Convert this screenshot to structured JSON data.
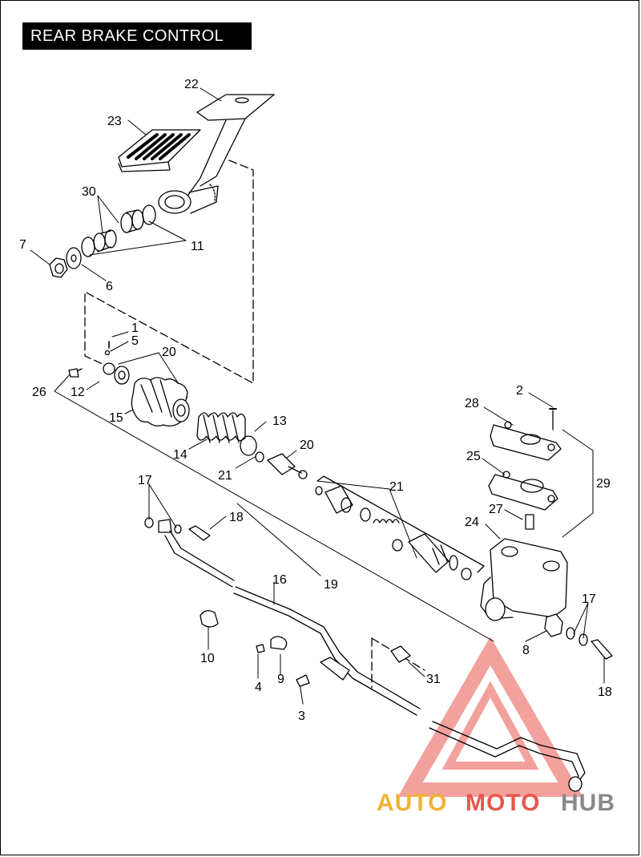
{
  "title": "REAR BRAKE CONTROL",
  "callouts": {
    "c1": "1",
    "c2": "2",
    "c3": "3",
    "c4": "4",
    "c5": "5",
    "c6": "6",
    "c7": "7",
    "c8": "8",
    "c9": "9",
    "c10": "10",
    "c11": "11",
    "c12": "12",
    "c13": "13",
    "c14": "14",
    "c15": "15",
    "c16": "16",
    "c17a": "17",
    "c17b": "17",
    "c18a": "18",
    "c18b": "18",
    "c19": "19",
    "c20a": "20",
    "c20b": "20",
    "c21a": "21",
    "c21b": "21",
    "c22": "22",
    "c23": "23",
    "c24": "24",
    "c25": "25",
    "c26": "26",
    "c27": "27",
    "c28": "28",
    "c29": "29",
    "c30": "30",
    "c31": "31"
  },
  "watermark": {
    "part1": "AUTO",
    "part2": "MOTO",
    "part3": "HUB",
    "colors": {
      "auto": "#f2b233",
      "moto": "#e8564e",
      "hub": "#8a8a8a"
    }
  }
}
